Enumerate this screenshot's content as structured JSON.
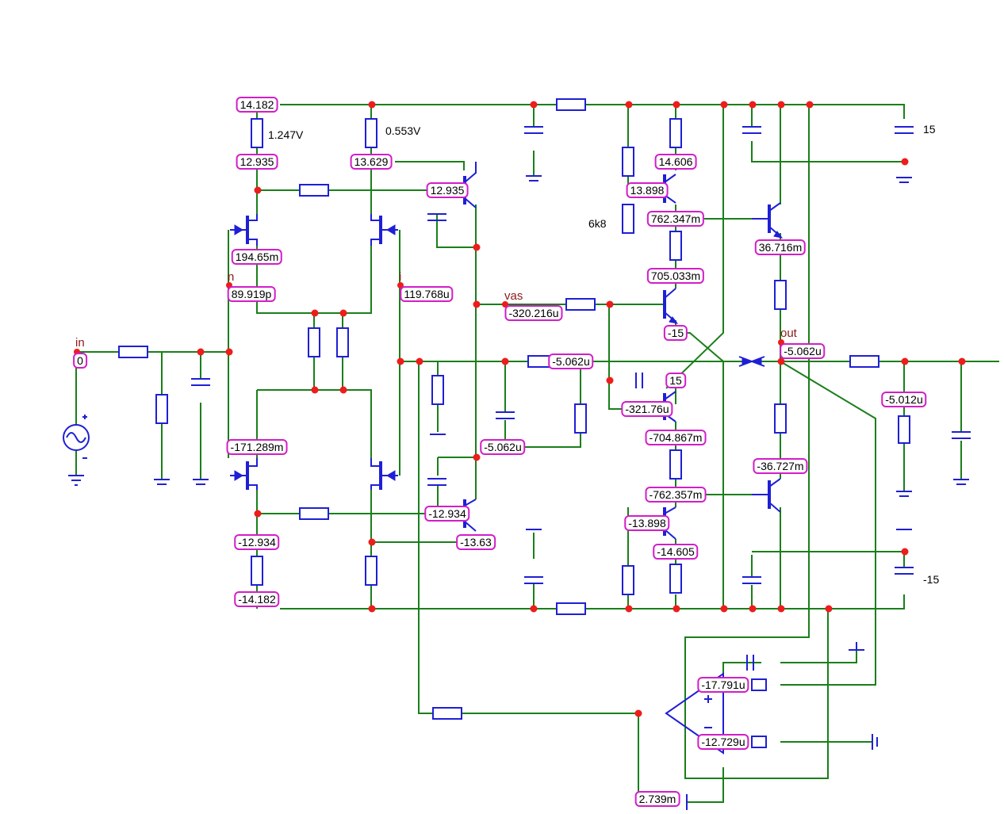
{
  "labels": {
    "v_top_left": "14.182",
    "v_r1": "12.935",
    "v_r2": "13.629",
    "v_q_top": "12.935",
    "v_jfet1": "194.65m",
    "v_n": "89.919p",
    "v_i": "119.768u",
    "v_vas": "-320.216u",
    "v_in": "0",
    "v_base_fb": "-5.062u",
    "v_c_mid": "-321.76u",
    "v_jfet3": "-171.289m",
    "v_mid2": "-5.062u",
    "v_qlow": "-12.934",
    "v_qlow2": "-13.63",
    "v_bot1": "-12.934",
    "v_bot_left": "-14.182",
    "v_ra": "14.606",
    "v_rb": "13.898",
    "v_rc": "762.347m",
    "v_rd": "705.033m",
    "v_re": "-15",
    "v_rf": "15",
    "v_rg": "-704.867m",
    "v_rh": "-762.357m",
    "v_ri": "-13.898",
    "v_rj": "-14.605",
    "v_out_hi": "36.716m",
    "v_out": "-5.062u",
    "v_out_lo": "-36.727m",
    "v_load": "-5.012u",
    "v_op_plus": "-17.791u",
    "v_op_minus": "-12.729u",
    "v_op_out": "2.739m"
  },
  "annotations": {
    "drop1": "1.247V",
    "drop2": "0.553V",
    "res_6k8": "6k8",
    "supply_pos": "15",
    "supply_neg": "-15"
  },
  "nets": {
    "in": "in",
    "n": "n",
    "i": "i",
    "vas": "vas",
    "out": "out"
  },
  "colors": {
    "wire": "#1a7f1a",
    "component": "#1f1fd6",
    "node": "#ee1c1c",
    "tag_border": "#d21ec8",
    "net_name": "#8b1a1a"
  }
}
